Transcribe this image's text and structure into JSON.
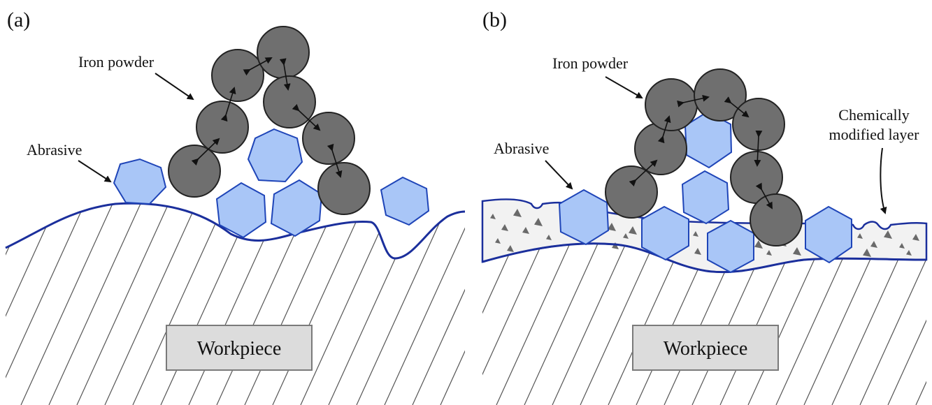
{
  "panel_a": {
    "label": "(a)",
    "iron_powder_label": "Iron powder",
    "abrasive_label": "Abrasive",
    "workpiece_label": "Workpiece"
  },
  "panel_b": {
    "label": "(b)",
    "iron_powder_label": "Iron powder",
    "abrasive_label": "Abrasive",
    "modified_layer_label_line1": "Chemically",
    "modified_layer_label_line2": "modified layer",
    "workpiece_label": "Workpiece"
  },
  "colors": {
    "iron_powder": "#6f6f6f",
    "abrasive_fill": "#a9c6f7",
    "abrasive_edge": "#1f45b8",
    "surface_line": "#1b2f9c",
    "workpiece_box": "#dcdcdc"
  }
}
